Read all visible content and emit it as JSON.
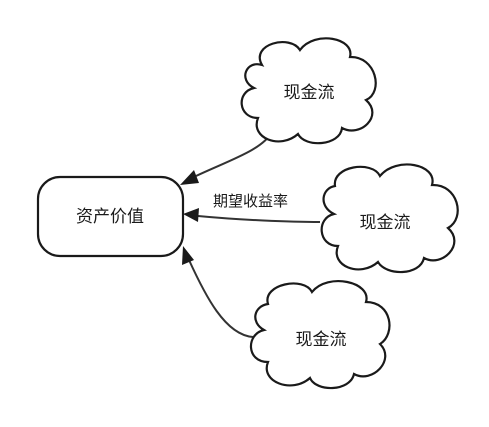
{
  "diagram": {
    "nodes": {
      "asset_value": {
        "label": "资产价值",
        "shape": "rounded-rectangle"
      },
      "cash_flow_top": {
        "label": "现金流",
        "shape": "cloud"
      },
      "cash_flow_middle": {
        "label": "现金流",
        "shape": "cloud"
      },
      "cash_flow_bottom": {
        "label": "现金流",
        "shape": "cloud"
      }
    },
    "edges": [
      {
        "from": "cash_flow_top",
        "to": "asset_value",
        "label": ""
      },
      {
        "from": "cash_flow_middle",
        "to": "asset_value",
        "label": "期望收益率"
      },
      {
        "from": "cash_flow_bottom",
        "to": "asset_value",
        "label": ""
      }
    ]
  },
  "colors": {
    "stroke": "#1a1a1a",
    "fill": "#ffffff",
    "background": "#ffffff"
  }
}
